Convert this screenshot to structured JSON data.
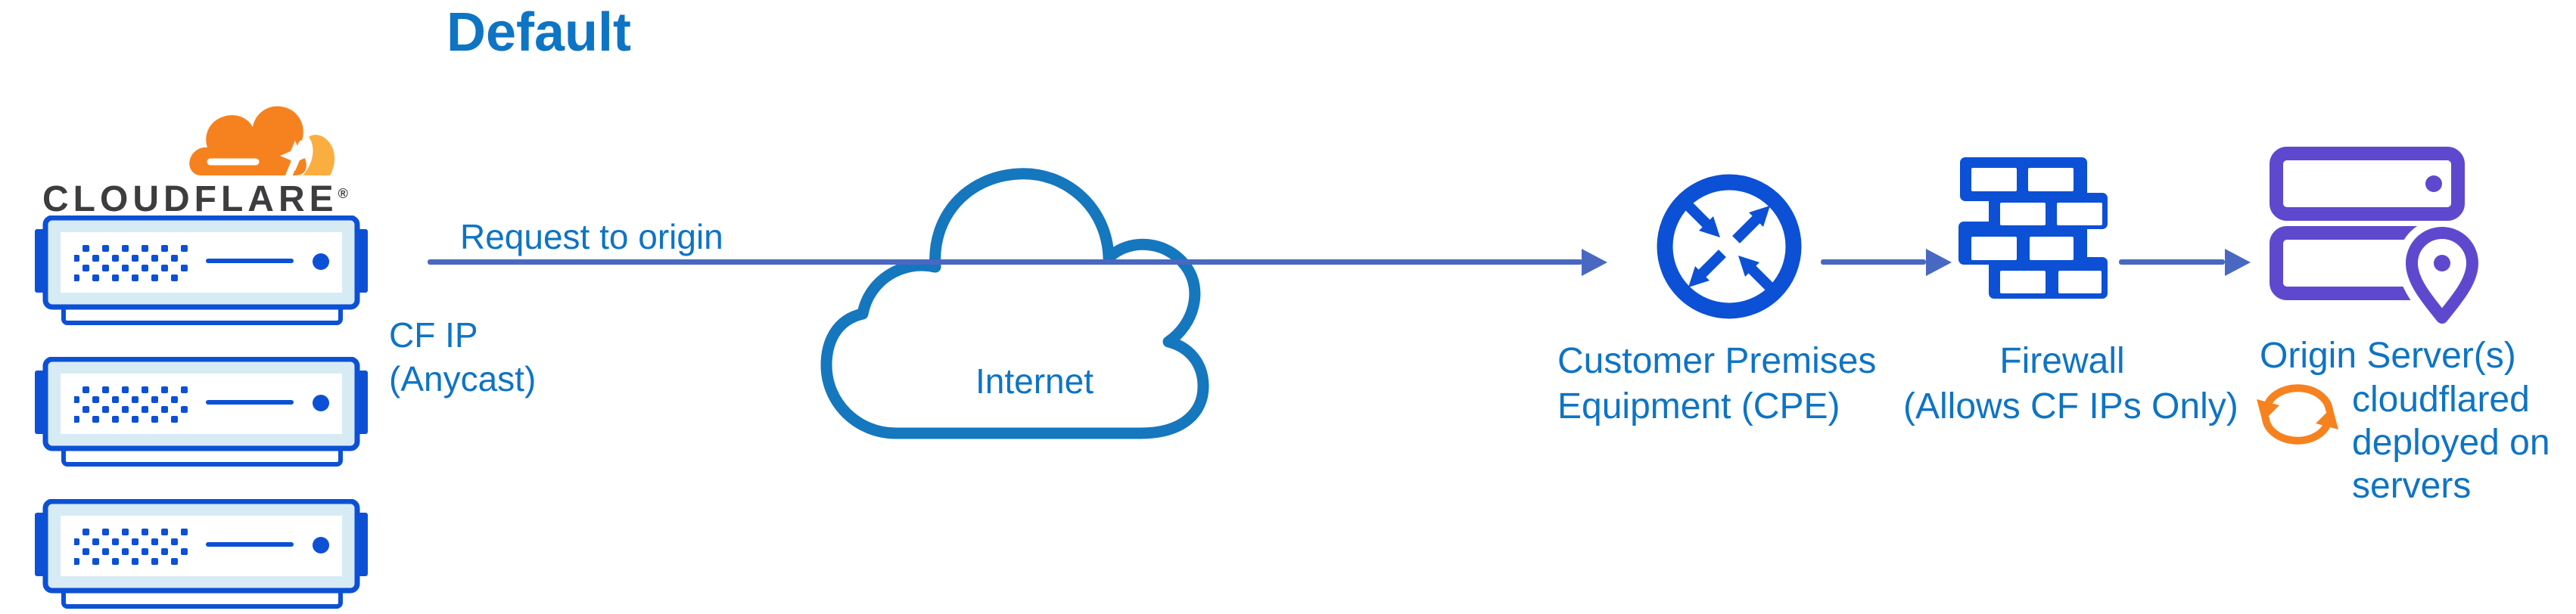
{
  "diagram": {
    "title": "Default",
    "cloudflare": {
      "wordmark": "CLOUDFLARE",
      "registered_mark": "®"
    },
    "request_flow": {
      "arrow_label": "Request to origin",
      "source_ip_line1": "CF IP",
      "source_ip_line2": "(Anycast)"
    },
    "internet": {
      "label": "Internet"
    },
    "cpe": {
      "label_line1": "Customer Premises",
      "label_line2": "Equipment (CPE)"
    },
    "firewall": {
      "label_line1": "Firewall",
      "label_line2": "(Allows CF IPs Only)"
    },
    "origin": {
      "label": "Origin Server(s)",
      "note_line1": "cloudflared",
      "note_line2": "deployed on",
      "note_line3": "servers"
    },
    "colors": {
      "title_blue": "#0E74C4",
      "label_blue": "#0E74C4",
      "icon_blue": "#0C50D6",
      "connector_blue": "#4868C2",
      "cloud_outline_blue": "#1577BE",
      "server_fill": "#D7EBF4",
      "origin_purple": "#5E49CE",
      "cloudflare_orange": "#F6821F",
      "cloudflare_orange_light": "#FAAE40",
      "wordmark_gray": "#3D3D3F"
    }
  }
}
